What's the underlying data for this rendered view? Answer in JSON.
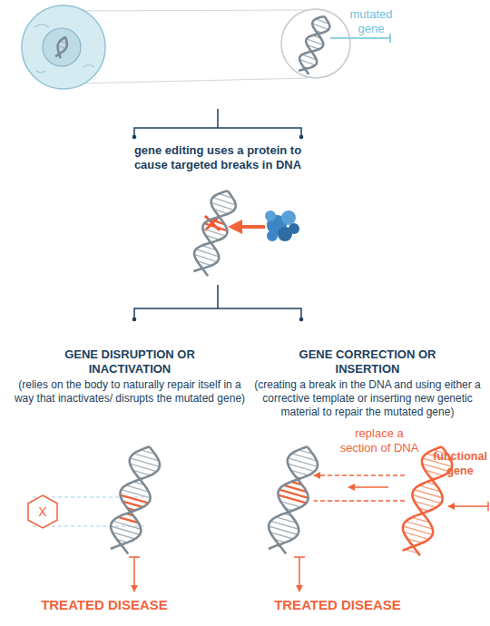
{
  "diagram": {
    "nodes": [
      {
        "text": [
          "gene editing uses a protein to cause targeted breaks in DNA"
        ]
      },
      {
        "text": [
          "GENE DISRUPTION OR INACTIVATION",
          "(relies on the body to naturally repair itself in a way that inactivates/ disrupts the mutated gene)"
        ]
      },
      {
        "text": [
          "GENE CORRECTION OR INSERTION",
          "(creating a break in the DNA and using either a corrective template or inserting new genetic material to repair the mutated gene)"
        ]
      },
      {
        "text": [
          "X"
        ]
      },
      {
        "text": [
          "TREATED DISEASE"
        ]
      },
      {
        "text": [
          "TREATED DISEASE"
        ]
      }
    ],
    "labels": [
      "mutated gene",
      "replace a section of DNA",
      "functional gene"
    ]
  }
}
